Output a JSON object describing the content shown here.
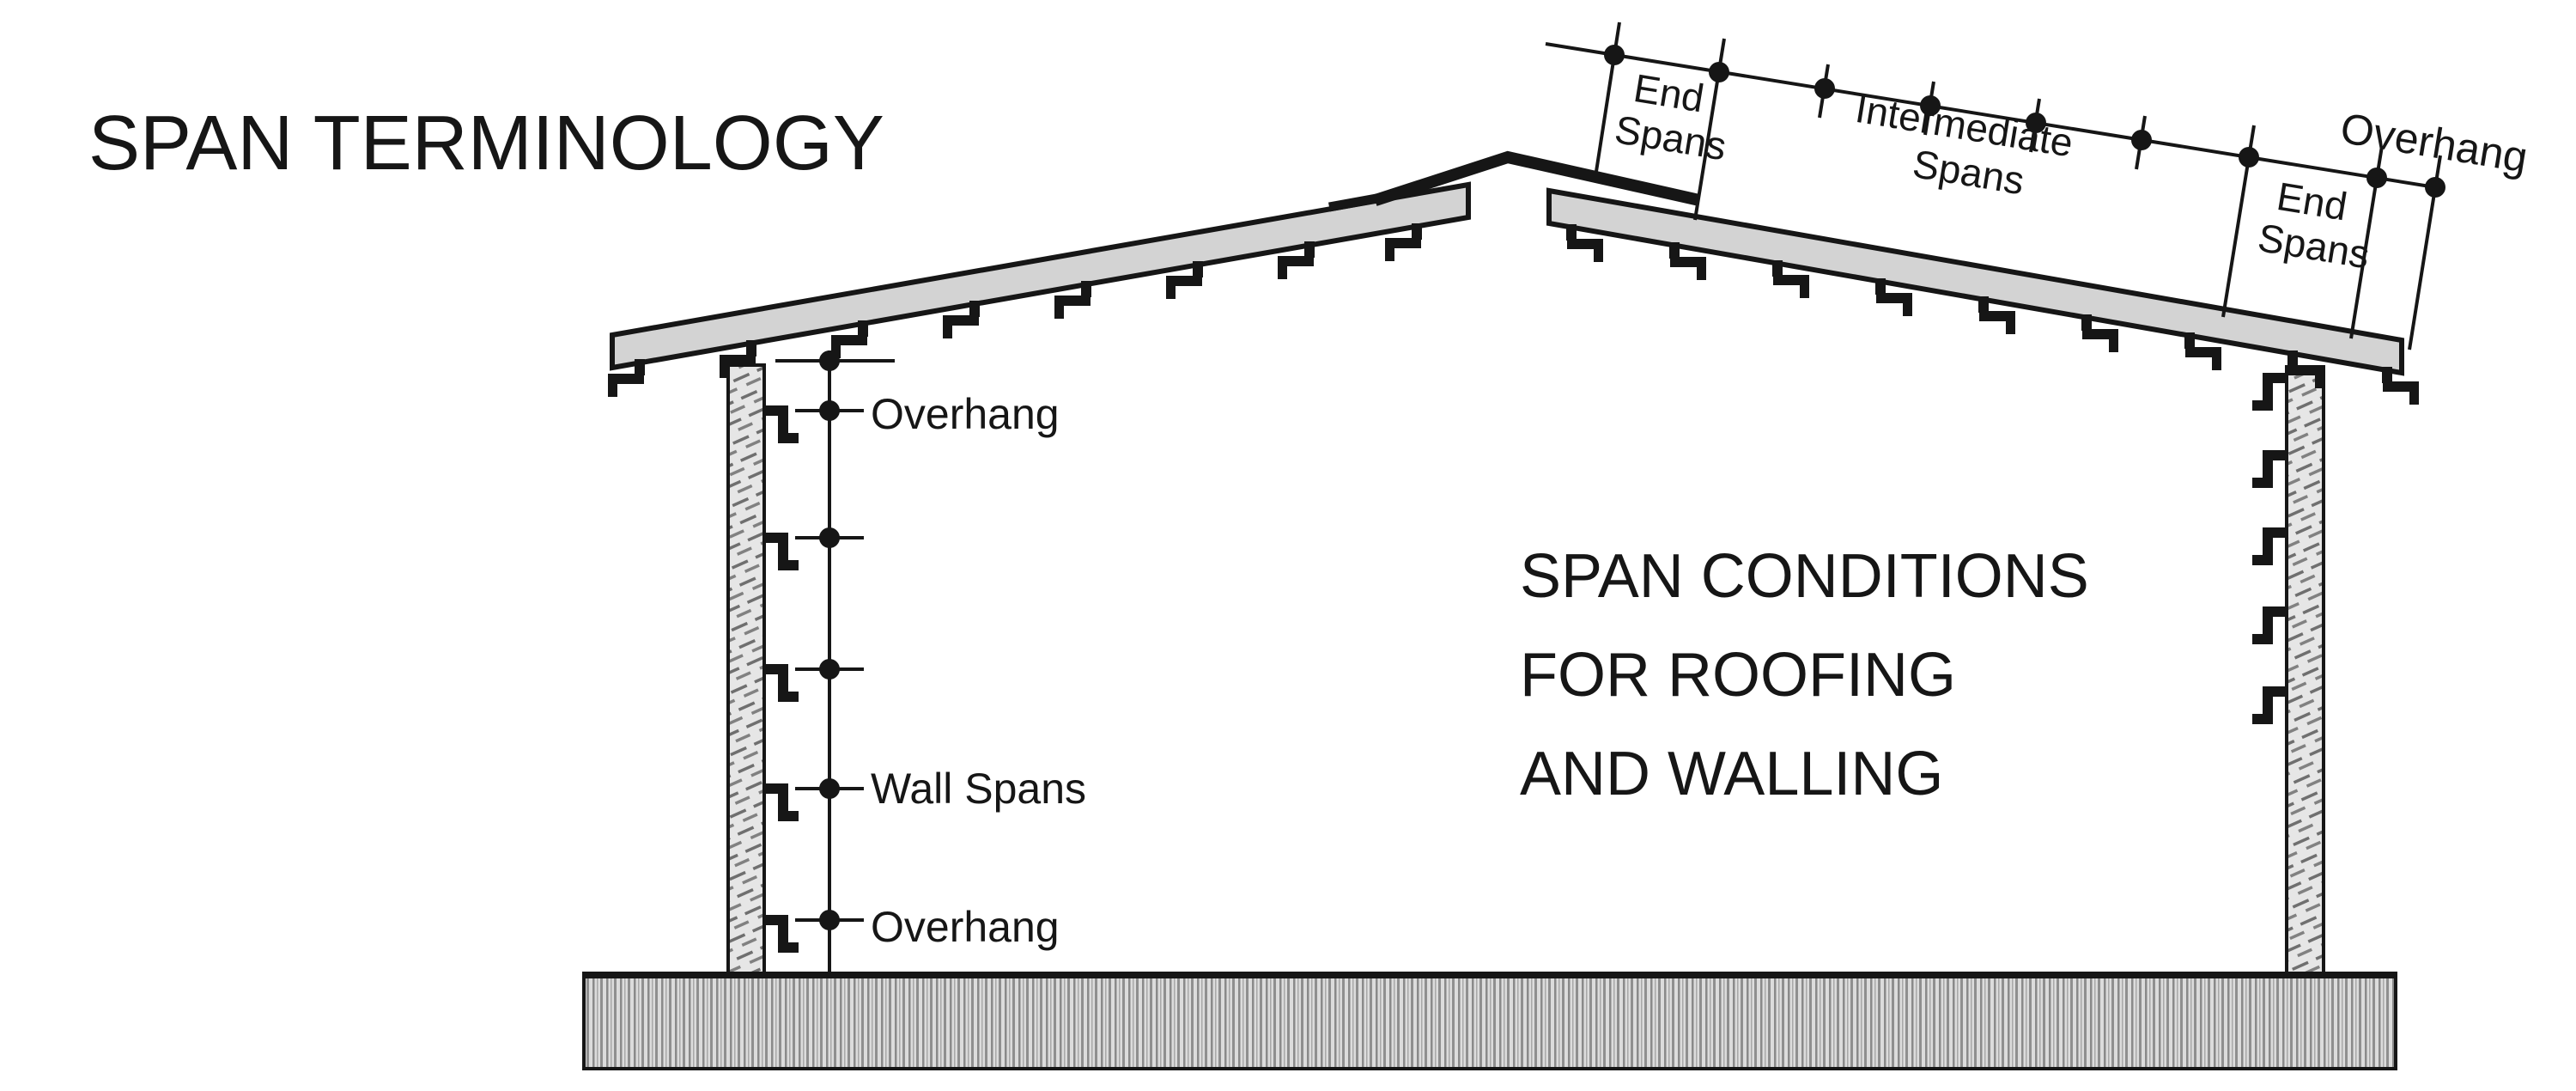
{
  "page_title": "SPAN TERMINOLOGY",
  "center_caption": {
    "line1": "SPAN CONDITIONS",
    "line2": "FOR ROOFING",
    "line3": "AND WALLING"
  },
  "wall_labels": {
    "top_overhang": "Overhang",
    "wall_spans": "Wall Spans",
    "bottom_overhang": "Overhang"
  },
  "roof_labels": {
    "end_spans_near": {
      "line1": "End",
      "line2": "Spans"
    },
    "intermediate_spans": {
      "line1": "Intermediate",
      "line2": "Spans"
    },
    "end_spans_far": {
      "line1": "End",
      "line2": "Spans"
    },
    "overhang": "Overhang"
  },
  "colors": {
    "ink": "#161616",
    "panel_fill": "#d3d3d3",
    "wall_fill": "#e6e6e6",
    "floor_fill": "#dcdcdc",
    "background": "#ffffff"
  }
}
